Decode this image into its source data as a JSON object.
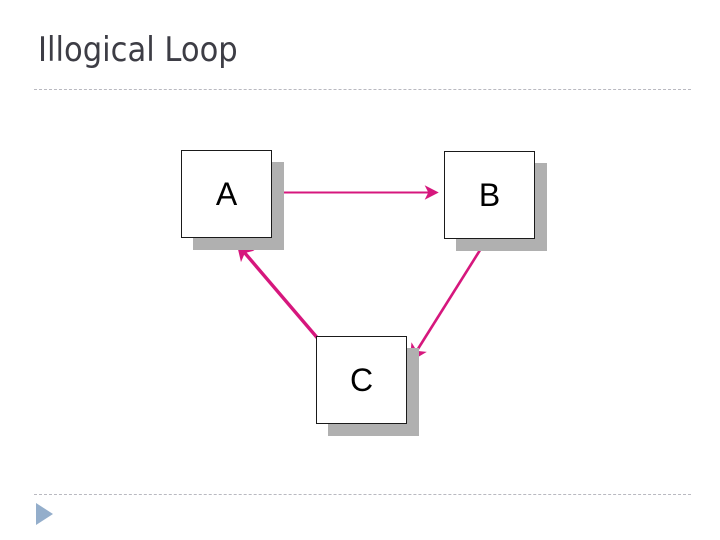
{
  "slide": {
    "title": "Illogical Loop",
    "background_color": "#ffffff",
    "title_color": "#3d3d45"
  },
  "decor": {
    "rule_color": "#b9b9c0",
    "rule_style": "dashed",
    "play_triangle_color": "#94aecb",
    "play_triangle_name": "play-triangle-icon"
  },
  "diagram": {
    "type": "cycle",
    "accent_color": "#d6177d",
    "shadow_color": "#b0b0b0",
    "node_fill": "#ffffff",
    "node_border": "#1a1a1a",
    "nodes": [
      {
        "id": "a",
        "label": "A"
      },
      {
        "id": "b",
        "label": "B"
      },
      {
        "id": "c",
        "label": "C"
      }
    ],
    "edges": [
      {
        "id": "a-to-b",
        "from": "A",
        "to": "B"
      },
      {
        "id": "b-to-c",
        "from": "B",
        "to": "C"
      },
      {
        "id": "c-to-a",
        "from": "C",
        "to": "A"
      }
    ]
  }
}
